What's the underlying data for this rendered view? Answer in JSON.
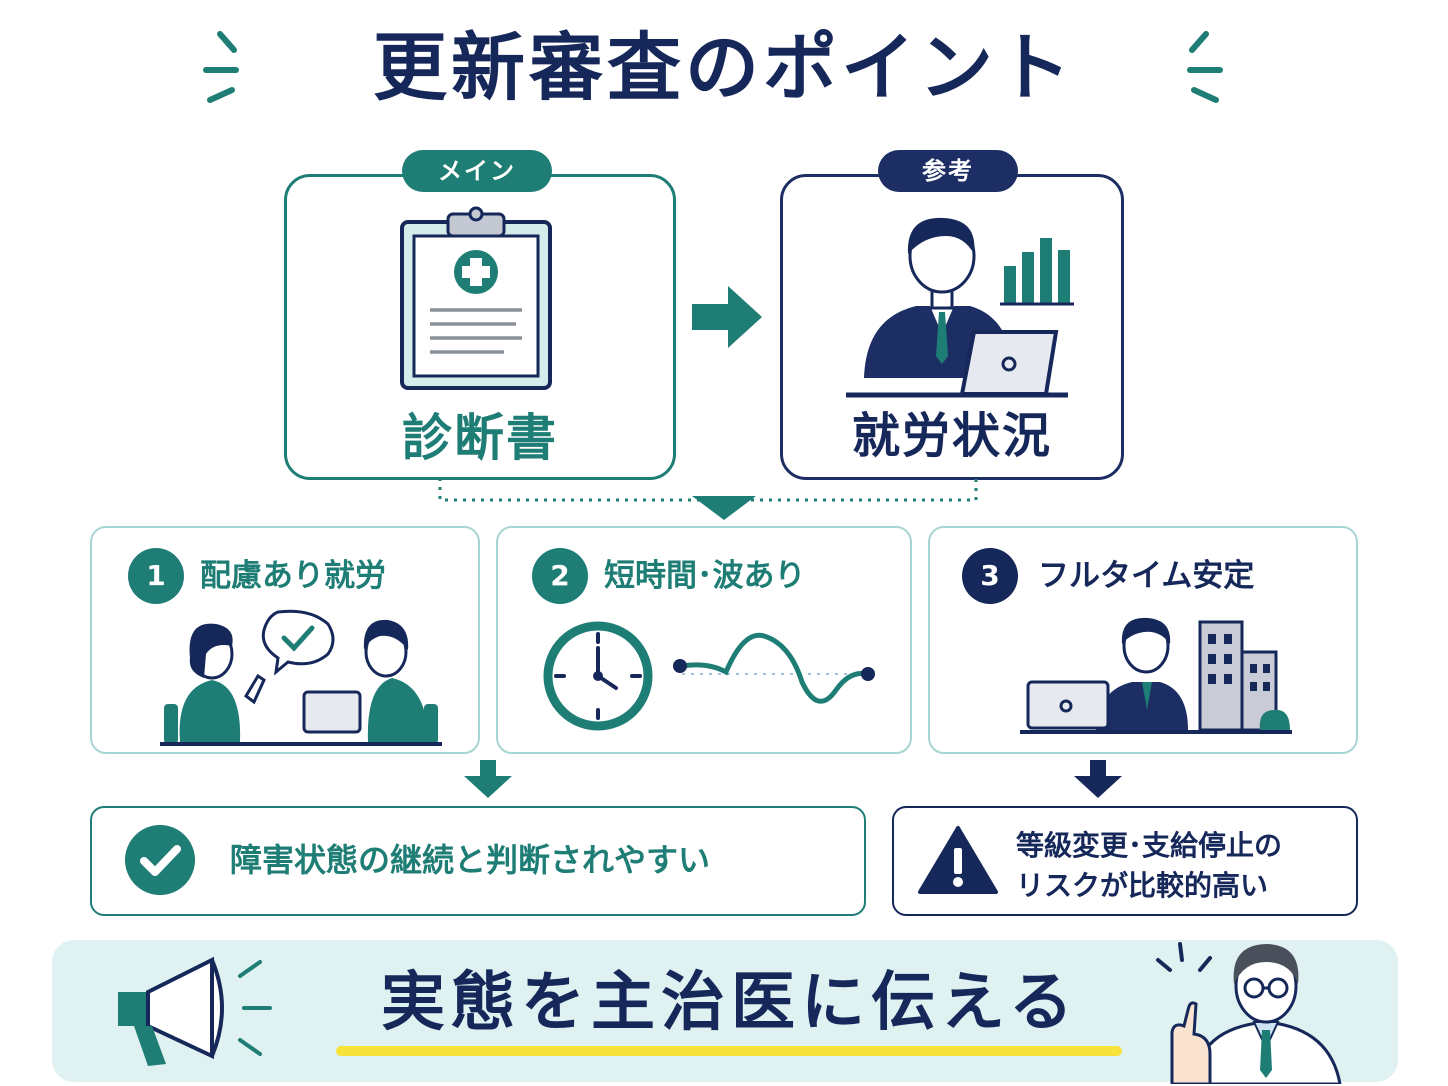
{
  "title": "更新審査のポイント",
  "main_box": {
    "badge": "メイン",
    "label": "診断書"
  },
  "ref_box": {
    "badge": "参考",
    "label": "就労状況"
  },
  "cases": [
    {
      "number": "1",
      "label": "配慮あり就労"
    },
    {
      "number": "2",
      "label": "短時間･波あり"
    },
    {
      "number": "3",
      "label": "フルタイム安定"
    }
  ],
  "results": {
    "positive": "障害状態の継続と判断されやすい",
    "warning_line1": "等級変更･支給停止の",
    "warning_line2": "リスクが比較的高い"
  },
  "banner": {
    "text": "実態を主治医に伝える"
  },
  "colors": {
    "teal": "#1e7d75",
    "navy": "#16285a",
    "light_teal": "#a6d6d3",
    "banner_bg": "#dff2f1",
    "highlight": "#f7e23a"
  },
  "icons": [
    "clipboard-medical-icon",
    "arrow-right-icon",
    "office-worker-icon",
    "bar-chart-icon",
    "laptop-icon",
    "consultation-icon",
    "check-bubble-icon",
    "clock-icon",
    "wave-icon",
    "building-icon",
    "check-circle-icon",
    "warning-icon",
    "megaphone-icon",
    "doctor-icon"
  ]
}
